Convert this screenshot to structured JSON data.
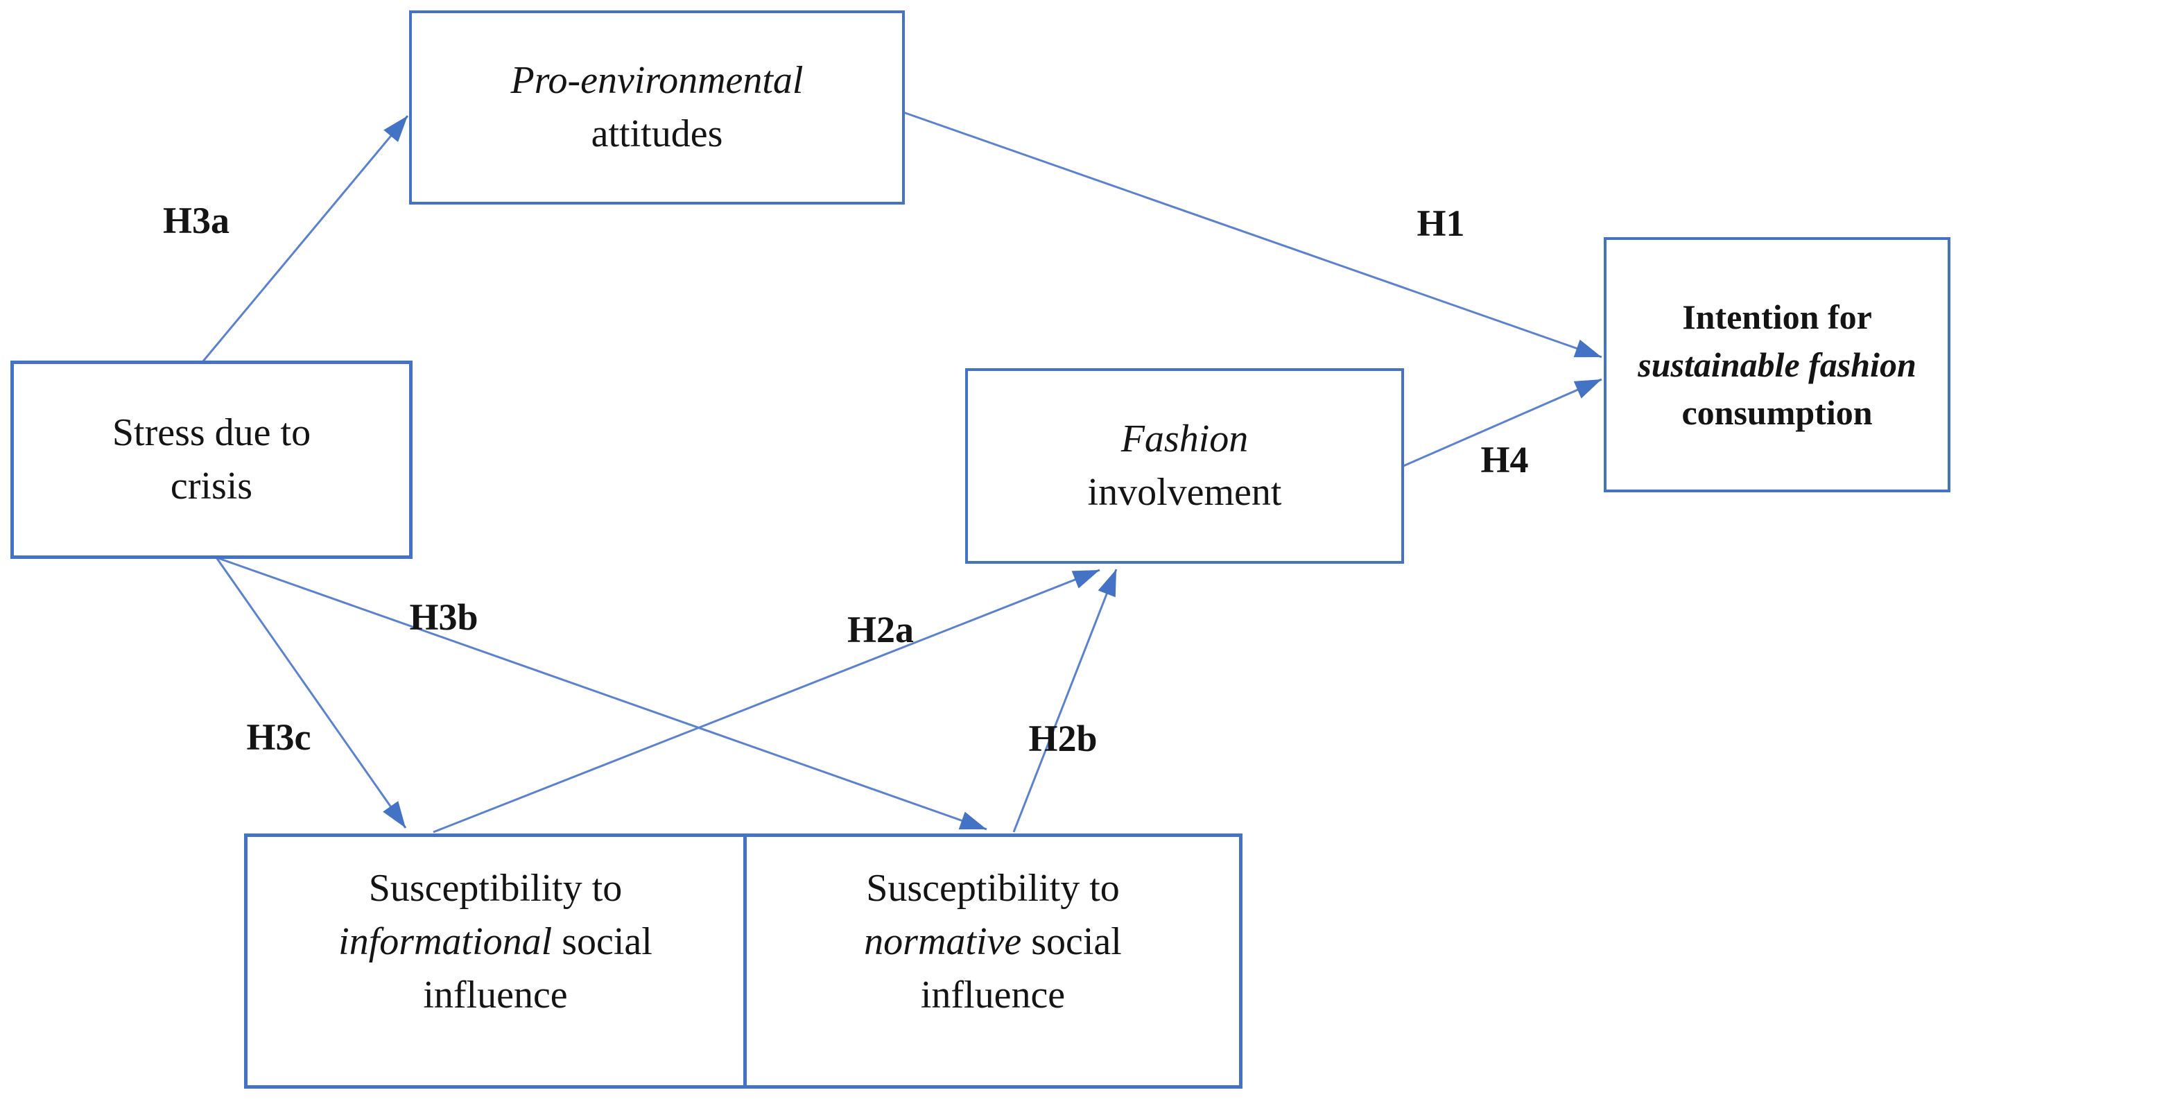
{
  "figure": {
    "description": "Conceptual research model diagram with hypothesis paths",
    "background_color": "#ffffff",
    "box_border_color": "#4472C4",
    "connector_color": "#5B82D1",
    "arrowhead_color": "#4472C4",
    "text_color": "#141414"
  },
  "nodes": {
    "stress": {
      "lines": [
        [
          {
            "text": "Stress due to"
          }
        ],
        [
          {
            "text": "crisis"
          }
        ]
      ]
    },
    "attitudes": {
      "lines": [
        [
          {
            "text": "Pro-environmental",
            "style": "italic"
          }
        ],
        [
          {
            "text": "attitudes"
          }
        ]
      ]
    },
    "fashion": {
      "lines": [
        [
          {
            "text": "Fashion",
            "style": "italic"
          }
        ],
        [
          {
            "text": "involvement"
          }
        ]
      ]
    },
    "intention": {
      "lines": [
        [
          {
            "text": "Intention for",
            "style": "bold"
          }
        ],
        [
          {
            "text": "sustainable fashion",
            "style": "bold-italic"
          }
        ],
        [
          {
            "text": "consumption",
            "style": "bold"
          }
        ]
      ]
    },
    "informational": {
      "lines": [
        [
          {
            "text": "Susceptibility to"
          }
        ],
        [
          {
            "text": "informational",
            "style": "italic"
          },
          {
            "text": " social"
          }
        ],
        [
          {
            "text": "influence"
          }
        ]
      ]
    },
    "normative": {
      "lines": [
        [
          {
            "text": "Susceptibility to"
          }
        ],
        [
          {
            "text": "normative",
            "style": "italic"
          },
          {
            "text": " social"
          }
        ],
        [
          {
            "text": "influence"
          }
        ]
      ]
    }
  },
  "edges": {
    "h1": {
      "label": "H1",
      "from": "attitudes",
      "to": "intention"
    },
    "h2a": {
      "label": "H2a",
      "from": "informational",
      "to": "fashion"
    },
    "h2b": {
      "label": "H2b",
      "from": "normative",
      "to": "fashion"
    },
    "h3a": {
      "label": "H3a",
      "from": "stress",
      "to": "attitudes"
    },
    "h3b": {
      "label": "H3b",
      "from": "stress",
      "to": "normative"
    },
    "h3c": {
      "label": "H3c",
      "from": "stress",
      "to": "informational"
    },
    "h4": {
      "label": "H4",
      "from": "fashion",
      "to": "intention"
    }
  }
}
